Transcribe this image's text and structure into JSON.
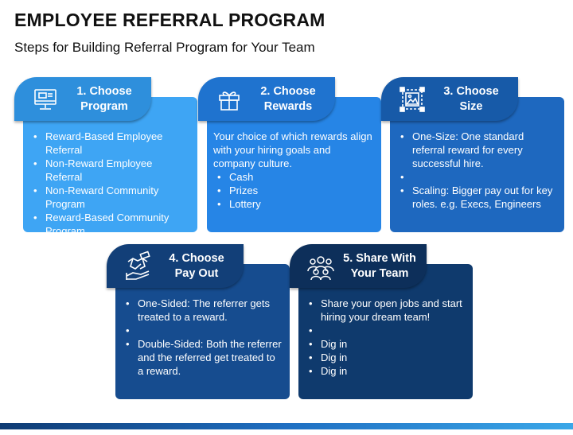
{
  "title": "EMPLOYEE REFERRAL PROGRAM",
  "subtitle": "Steps for Building Referral Program for Your Team",
  "cards": [
    {
      "heading_line1": "1. Choose",
      "heading_line2": "Program",
      "icon": "computer-icon",
      "head_color": "#2e8fdc",
      "body_color": "#3ea5f4",
      "bullets": [
        "Reward-Based Employee Referral",
        "Non-Reward Employee Referral",
        "Non-Reward Community Program",
        "Reward-Based Community Program"
      ]
    },
    {
      "heading_line1": "2. Choose",
      "heading_line2": "Rewards",
      "icon": "gift-box-icon",
      "head_color": "#1f73cf",
      "body_color": "#2685e6",
      "intro": "Your choice of which rewards align with your hiring goals and company culture.",
      "bullets": [
        "Cash",
        "Prizes",
        "Lottery"
      ]
    },
    {
      "heading_line1": "3. Choose",
      "heading_line2": "Size",
      "icon": "image-resize-icon",
      "head_color": "#175aa8",
      "body_color": "#1e68bf",
      "bullets": [
        "One-Size: One standard referral reward for every successful hire.",
        "Scaling: Bigger pay out for key roles. e.g. Execs, Engineers"
      ]
    },
    {
      "heading_line1": "4. Choose",
      "heading_line2": "Pay Out",
      "icon": "handshake-money-icon",
      "head_color": "#123f78",
      "body_color": "#164c8f",
      "bullets": [
        "One-Sided: The referrer gets treated to a reward.",
        "Double-Sided: Both the referrer and the referred get treated to a reward."
      ]
    },
    {
      "heading_line1": "5. Share With",
      "heading_line2": "Your Team",
      "icon": "team-icon",
      "head_color": "#0d2f5a",
      "body_color": "#0f3a6d",
      "bullets": [
        "Share your open jobs and start hiring your dream team!",
        "Dig in",
        "Dig in",
        "Dig in"
      ]
    }
  ]
}
